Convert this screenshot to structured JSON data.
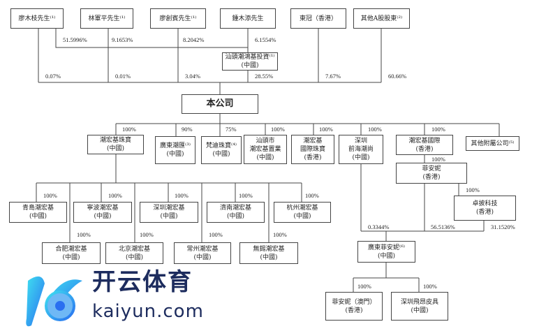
{
  "shareholders": {
    "liao_muzhi": "廖木枝先生⁽¹⁾",
    "lin_junping": "林軍平先生⁽¹⁾",
    "liao_chuangbin": "廖創賓先生⁽¹⁾",
    "zhong_mutian": "鍾木添先生",
    "dongguan": "東冠（香港）",
    "other_a": "其他A股股東⁽²⁾",
    "shantou_inv": [
      "汕頭潮鴻基投資⁽¹⁾",
      "(中國)"
    ]
  },
  "pct_top": {
    "p1": "51.5996%",
    "p2": "9.1653%",
    "p3": "8.2042%",
    "p4": "6.1554%"
  },
  "pct_company": {
    "a": "0.07%",
    "b": "0.01%",
    "c": "3.04%",
    "d": "28.55%",
    "e": "7.67%",
    "f": "60.66%"
  },
  "company": "本公司",
  "subs": {
    "chj_jewelry": [
      "潮宏基珠寶",
      "(中國)"
    ],
    "gd_chaohui": [
      "廣東潮匯⁽³⁾",
      "(中國)"
    ],
    "fandi": [
      "梵迪珠寶⁽⁴⁾",
      "(中國)"
    ],
    "shantou_prop": [
      "汕頭市",
      "潮宏基置業",
      "(中國)"
    ],
    "chj_intl_jewelry": [
      "潮宏基",
      "國際珠寶",
      "(香港)"
    ],
    "qianhai": [
      "深圳",
      "前海潮尚",
      "(中國)"
    ],
    "chj_intl": [
      "潮宏基國際",
      "(香港)"
    ],
    "other_sub": "其他附屬公司⁽⁵⁾",
    "fianni_hk": [
      "菲安妮",
      "(香港)"
    ],
    "zhuopi": [
      "卓披科技",
      "(香港)"
    ],
    "gd_fianni": [
      "廣東菲安妮⁽⁶⁾",
      "(中國)"
    ],
    "fianni_bottom": [
      "菲安妮（澳門）",
      "(香港)"
    ],
    "feiang": [
      "深圳飛昂皮具",
      "(中國)"
    ]
  },
  "sub_pct": {
    "chj_jewelry": "100%",
    "gd_chaohui": "90%",
    "fandi": "75%",
    "shantou_prop": "100%",
    "chj_intl_jewelry": "100%",
    "qianhai": "100%",
    "chj_intl": "100%",
    "fianni_hk": "100%",
    "zhuopi": "100%",
    "qianhai_gd": "0.3344%",
    "fianni_gd": "56.5136%",
    "zhuopi_gd": "31.1520%",
    "bottom1": "100%",
    "bottom2": "100%"
  },
  "branches": [
    {
      "name": "青島潮宏基",
      "region": "(中國)",
      "pct": "100%"
    },
    {
      "name": "合肥潮宏基",
      "region": "(中國)",
      "pct": "100%"
    },
    {
      "name": "寧波潮宏基",
      "region": "(中國)",
      "pct": "100%"
    },
    {
      "name": "北京潮宏基",
      "region": "(中國)",
      "pct": "100%"
    },
    {
      "name": "深圳潮宏基",
      "region": "(中國)",
      "pct": "100%"
    },
    {
      "name": "常州潮宏基",
      "region": "(中國)",
      "pct": "100%"
    },
    {
      "name": "濟南潮宏基",
      "region": "(中國)",
      "pct": "100%"
    },
    {
      "name": "無錫潮宏基",
      "region": "(中國)",
      "pct": "100%"
    },
    {
      "name": "杭州潮宏基",
      "region": "(中國)",
      "pct": "100%"
    }
  ],
  "watermark": {
    "cn": "开云体育",
    "en": "kaiyun.com"
  }
}
